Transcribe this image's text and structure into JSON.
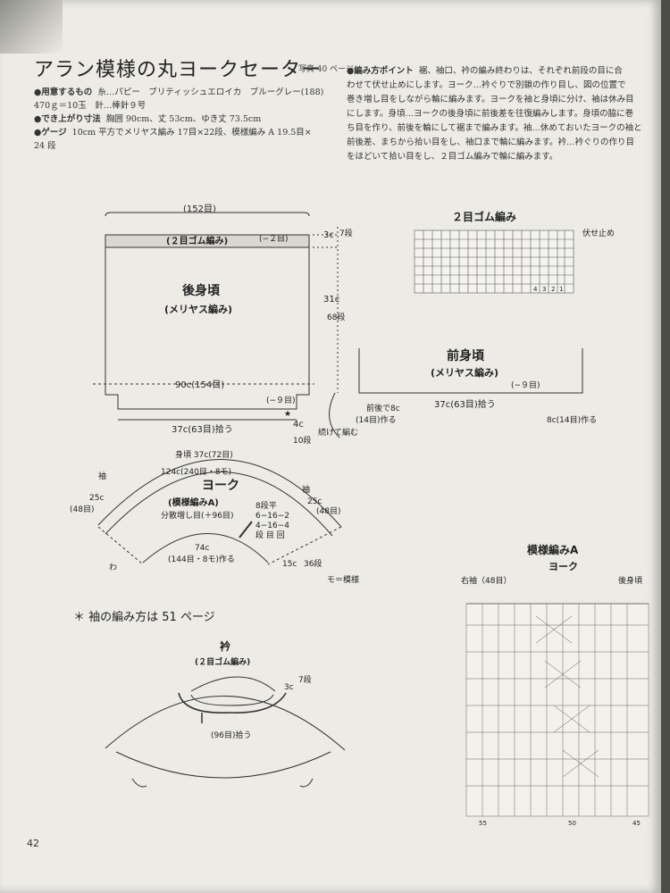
{
  "title": "アラン模様の丸ヨークセーター",
  "photo_ref": "— 写真 40 ページ",
  "materials": {
    "label": "●用意するもの",
    "yarn": "糸…パピー　ブリティッシュエロイカ　ブルーグレー(188)",
    "amount": "470ｇ＝10玉　針…棒針９号"
  },
  "size": {
    "label": "●でき上がり寸法",
    "text": "胸囲 90cm、丈 53cm、ゆき丈 73.5cm"
  },
  "gauge": {
    "label": "●ゲージ",
    "text": "10cm 平方でメリヤス編み 17目×22段、模様編み A 19.5目×",
    "text2": "24 段"
  },
  "knitting_points": {
    "label": "●編み方ポイント",
    "lines": [
      "裾、袖口、衿の編み終わりは、それぞれ前段の目に合",
      "わせて伏せ止めにします。ヨーク…衿ぐりで別鎖の作り目し、図の位置で",
      "巻き増し目をしながら輪に編みます。ヨークを袖と身頃に分け、袖は休み目",
      "にします。身頃…ヨークの後身頃に前後差を往復編みします。身頃の脇に巻",
      "ち目を作り、前後を輪にして裾まで編みます。袖…休めておいたヨークの袖と",
      "前後差、まちから拾い目をし、袖口まで輪に編みます。衿…衿ぐりの作り目",
      "をほどいて拾い目をし、２目ゴム編みで輪に編みます。"
    ]
  },
  "back_body": {
    "title": "後身頃",
    "subtitle": "(メリヤス編み)",
    "top_stitches": "(152目)",
    "rib_label": "(２目ゴム編み)",
    "rib_dec": "(−２目)",
    "rib_height_c": "3c",
    "rib_rows": "7段",
    "body_height_c": "31c",
    "body_rows": "68段",
    "width": "90c(154目)",
    "dec": "(−９目)",
    "bottom": "37c(63目)拾う",
    "corner_c": "4c",
    "corner_rows": "10段",
    "star": "★",
    "continue": "続けて編む"
  },
  "rib_chart": {
    "title": "２目ゴム編み",
    "bind_off": "伏せ止め",
    "col_nums": [
      "4",
      "3",
      "2",
      "1"
    ]
  },
  "front_body": {
    "title": "前身頃",
    "subtitle": "(メリヤス編み)",
    "dec": "(−９目)",
    "bottom": "37c(63目)拾う",
    "left_note1": "前後で8c",
    "left_note2": "(14目)作る",
    "right_note1": "8c(14目)作る"
  },
  "yoke": {
    "title": "ヨーク",
    "subtitle": "(模様編みA)",
    "body_top": "身頃 37c(72目)",
    "outer": "124c(240目・8モ)",
    "sleeve_left": "袖",
    "sleeve_right": "袖",
    "left_w_c": "25c",
    "left_w_st": "(48目)",
    "right_w_c": "25c",
    "right_w_st": "(48目)",
    "increase": "分散増し目(＋96目)",
    "inner": "74c",
    "inner_st": "(144目・8モ)作る",
    "rows_label": "8段平",
    "rows1": "6−16−2",
    "rows2": "4−16−4",
    "rows_head": "段 目 回",
    "depth_c": "15c",
    "depth_rows": "36段",
    "wa": "わ",
    "legend": "モ＝模様"
  },
  "sleeve_note": "＊ 袖の編み方は 51 ページ",
  "collar": {
    "title": "衿",
    "subtitle": "(２目ゴム編み)",
    "height_c": "3c",
    "rows": "7段",
    "pickup": "(96目)拾う"
  },
  "pattern_a": {
    "title": "模様編みA",
    "subtitle": "ヨーク",
    "right_sleeve": "右袖（48目）",
    "back_body": "後身頃",
    "col_nums": [
      "55",
      "50",
      "45"
    ]
  },
  "page_number": "42"
}
